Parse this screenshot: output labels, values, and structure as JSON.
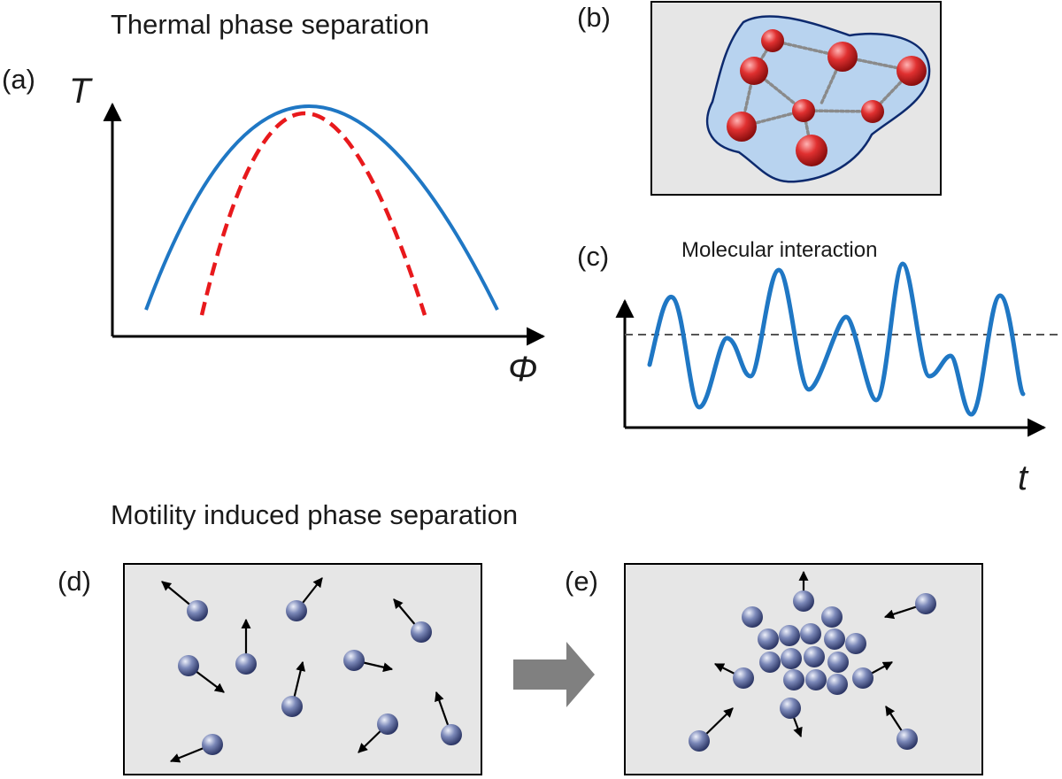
{
  "headings": {
    "thermal": "Thermal phase separation",
    "motility": "Motility induced phase separation"
  },
  "panel_labels": {
    "a": "(a)",
    "b": "(b)",
    "c": "(c)",
    "d": "(d)",
    "e": "(e)"
  },
  "panel_a": {
    "y_axis": "T",
    "x_axis": "Φ"
  },
  "panel_c": {
    "title": "Molecular interaction",
    "x_axis": "t"
  },
  "colors": {
    "binodal": "#1f77c4",
    "spinodal": "#e8191c",
    "signal": "#1f77c4",
    "bead": "#d8262a",
    "particle": "#5b6b9e",
    "panel_bg": "#e6e6e6",
    "droplet": "#b8d3ef",
    "arrow": "#808080"
  }
}
